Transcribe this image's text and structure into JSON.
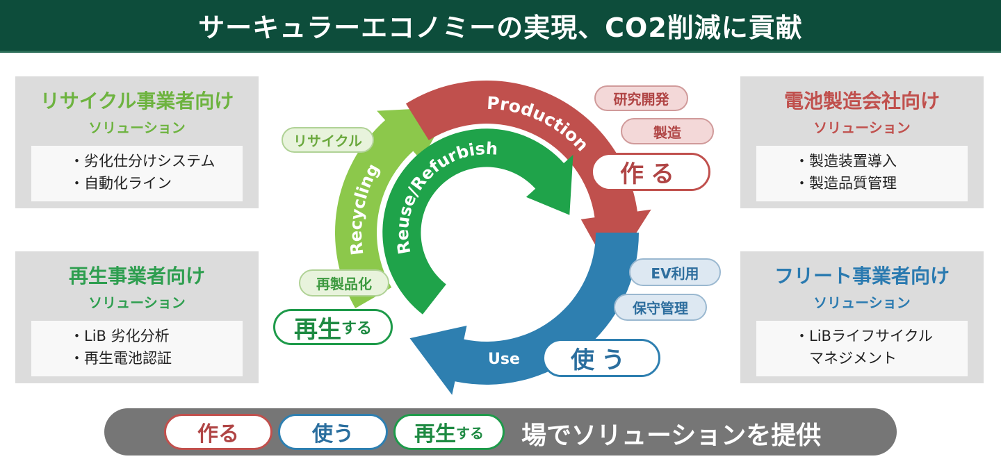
{
  "title": "サーキュラーエコノミーの実現、CO2削減に貢献",
  "colors": {
    "production": "#c0504d",
    "use": "#2e7fb0",
    "recycling": "#8cc84b",
    "reuse": "#1fa34a",
    "header": "#0d4d3b"
  },
  "cards": [
    {
      "title": "リサイクル事業者向け",
      "subtitle": "ソリューション",
      "items": [
        "・劣化仕分けシステム",
        "・自動化ライン"
      ]
    },
    {
      "title": "再生事業者向け",
      "subtitle": "ソリューション",
      "items": [
        "・LiB 劣化分析",
        "・再生電池認証"
      ]
    },
    {
      "title": "電池製造会社向け",
      "subtitle": "ソリューション",
      "items": [
        "・製造装置導入",
        "・製造品質管理"
      ]
    },
    {
      "title": "フリート事業者向け",
      "subtitle": "ソリューション",
      "items": [
        "・LiBライフサイクル",
        "　マネジメント"
      ]
    }
  ],
  "cycle": {
    "production": "Production",
    "use": "Use",
    "recycling": "Recycling",
    "reuse": "Reuse/Refurbish"
  },
  "tags": {
    "rd": "研究開発",
    "manufacturing": "製造",
    "make": "作る",
    "recycle": "リサイクル",
    "remanufacture": "再製品化",
    "regen_main": "再生",
    "regen_suffix": "する",
    "ev_use": "EV利用",
    "maintenance": "保守管理",
    "use": "使う"
  },
  "footer": {
    "make": "作る",
    "use": "使う",
    "regen_main": "再生",
    "regen_suffix": "する",
    "text": "場でソリューションを提供"
  }
}
